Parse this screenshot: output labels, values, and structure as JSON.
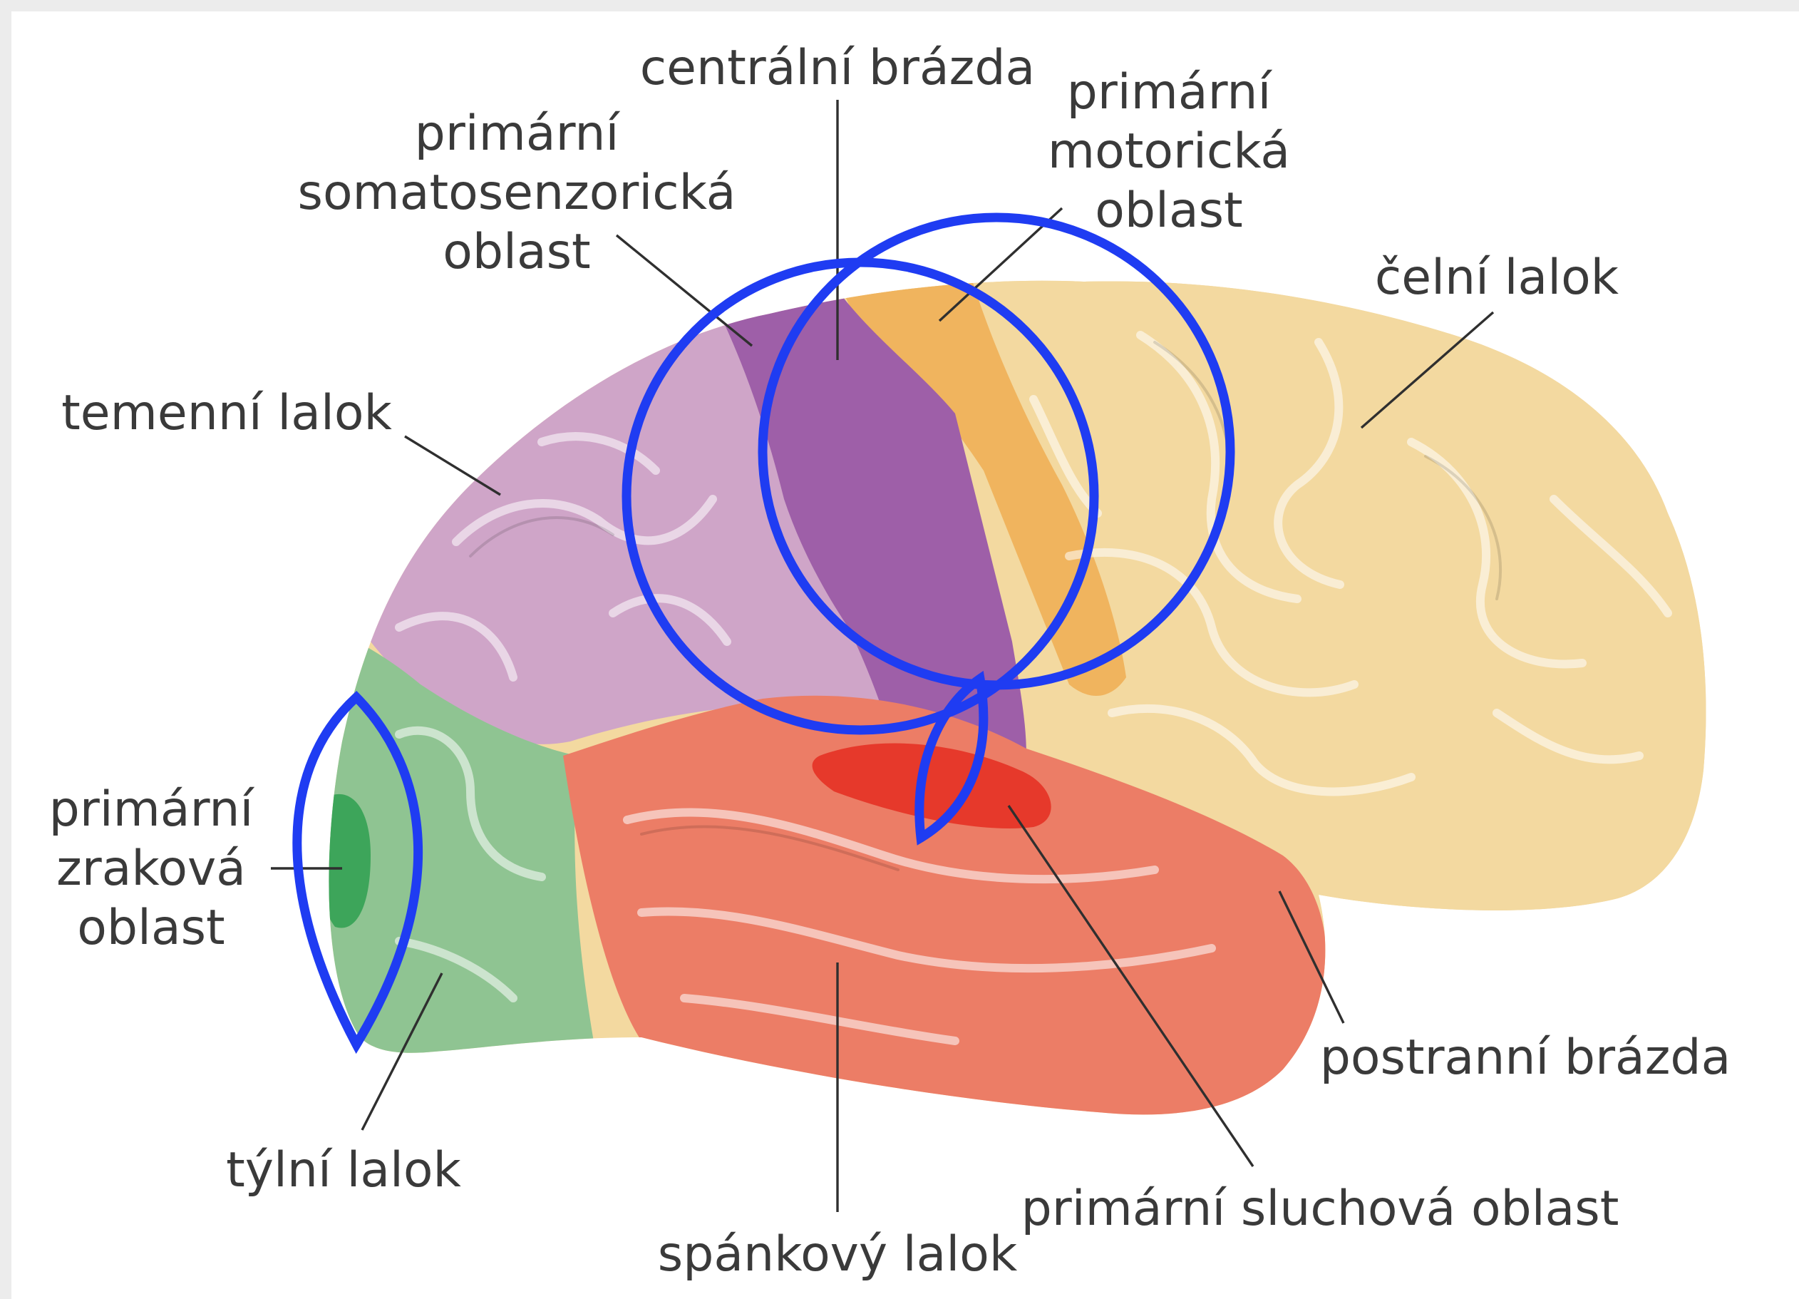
{
  "labels": {
    "central_sulcus": "centrální brázda",
    "somatosensory_line1": "primární",
    "somatosensory_line2": "somatosenzorická",
    "somatosensory_line3": "oblast",
    "motor_line1": "primární",
    "motor_line2": "motorická",
    "motor_line3": "oblast",
    "frontal_lobe": "čelní lalok",
    "parietal_lobe": "temenní lalok",
    "visual_line1": "primární",
    "visual_line2": "zraková",
    "visual_line3": "oblast",
    "lateral_sulcus": "postranní brázda",
    "occipital_lobe": "týlní lalok",
    "auditory_area": "primární sluchová oblast",
    "temporal_lobe": "spánkový lalok"
  },
  "colors": {
    "frontal_lobe": "#f3d9a0",
    "parietal_lobe": "#cfa5c8",
    "somatosensory_area": "#9e5fa8",
    "motor_area": "#f0b45e",
    "temporal_lobe": "#ec7d66",
    "auditory_area": "#e6392b",
    "occipital_lobe": "#8fc492",
    "visual_area": "#3da55a",
    "highlight_annotation": "#1f3cf2"
  }
}
